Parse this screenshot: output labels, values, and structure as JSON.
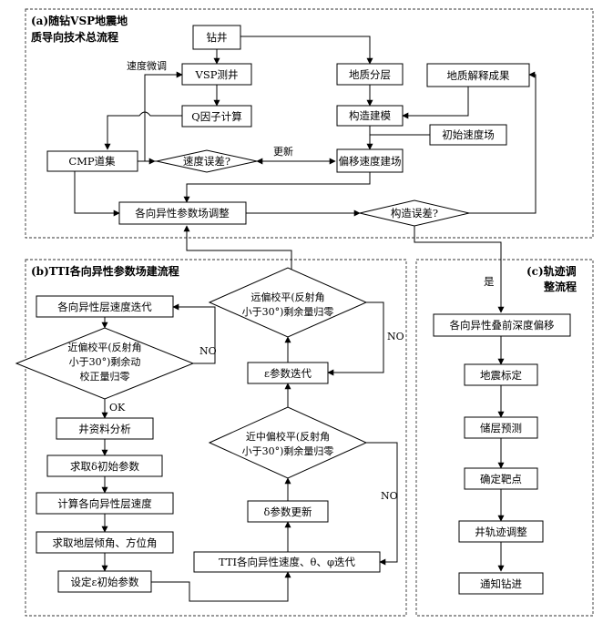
{
  "sections": {
    "a_title_line1": "(a)随钻VSP地震地",
    "a_title_line2": "质导向技术总流程",
    "b_title": "(b)TTI各向异性参数场建流程",
    "c_title_line1": "(c)轨迹调",
    "c_title_line2": "整流程"
  },
  "nodes_a": {
    "drilling": "钻井",
    "vsp_log": "VSP测井",
    "q_factor": "Q因子计算",
    "strata": "地质分层",
    "geo_result": "地质解释成果",
    "structure_model": "构造建模",
    "init_velocity": "初始速度场",
    "cmp": "CMP道集",
    "velocity_error": "速度误差?",
    "migration_model": "偏移速度建场",
    "aniso_adjust": "各向异性参数场调整",
    "structure_error": "构造误差?"
  },
  "labels_a": {
    "speed_tune": "速度微调",
    "update": "更新"
  },
  "nodes_b": {
    "layer_iter": "各向异性层速度迭代",
    "near_check_l1": "近偏校平(反射角",
    "near_check_l2": "小于30°)剩余动",
    "near_check_l3": "校正量归零",
    "well_analysis": "井资料分析",
    "delta_init": "求取δ初始参数",
    "layer_velocity": "计算各向异性层速度",
    "dip_azimuth": "求取地层倾角、方位角",
    "eps_init": "设定ε初始参数",
    "far_check_l1": "远偏校平(反射角",
    "far_check_l2": "小于30°)剩余量归零",
    "eps_iter": "ε参数迭代",
    "mid_check_l1": "近中偏校平(反射角",
    "mid_check_l2": "小于30°)剩余量归零",
    "delta_update": "δ参数更新",
    "tti_iter": "TTI各向异性速度、θ、φ迭代"
  },
  "labels_b": {
    "no1": "NO",
    "ok": "OK",
    "no2": "NO",
    "no3": "NO"
  },
  "nodes_c": {
    "yes": "是",
    "prestack_migration": "各向异性叠前深度偏移",
    "seismic_calib": "地震标定",
    "reservoir_pred": "储层预测",
    "target_point": "确定靶点",
    "trajectory_adjust": "井轨迹调整",
    "notify_drilling": "通知钻进"
  }
}
